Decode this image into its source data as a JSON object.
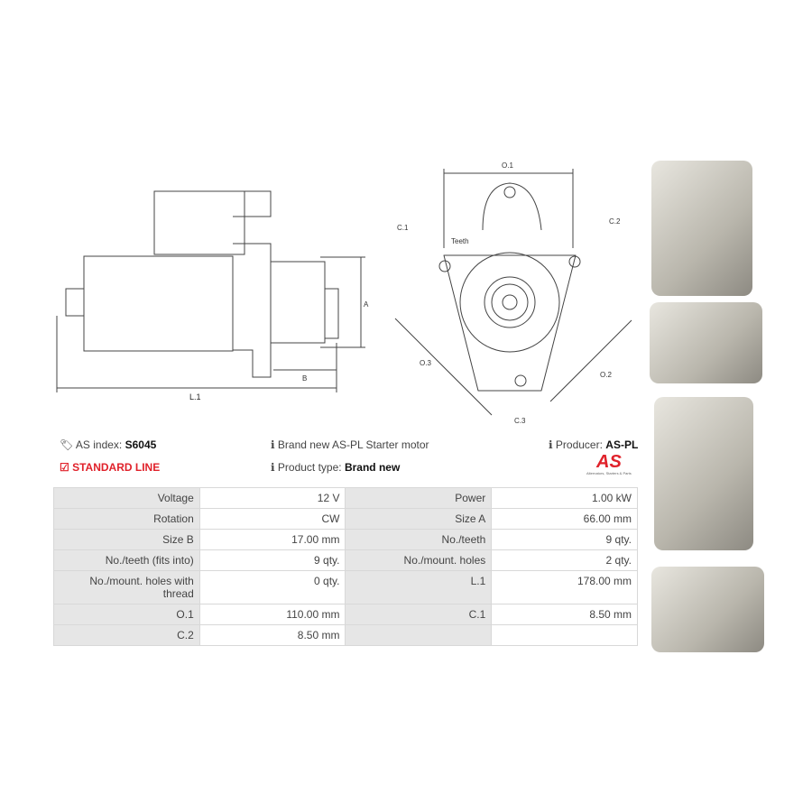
{
  "diagram": {
    "side_labels": {
      "a": "A",
      "b": "B",
      "l1": "L.1"
    },
    "front_labels": {
      "o1": "O.1",
      "o2": "O.2",
      "o3": "O.3",
      "c1": "C.1",
      "c2": "C.2",
      "c3": "C.3",
      "teeth": "Teeth"
    }
  },
  "info": {
    "as_index_label": "AS index:",
    "as_index_value": "S6045",
    "description": "Brand new AS-PL Starter motor",
    "producer_label": "Producer:",
    "producer_value": "AS-PL",
    "line": "STANDARD LINE",
    "type_label": "Product type:",
    "type_value": "Brand new",
    "logo_text": "AS",
    "logo_tagline": "Alternators, Starters & Parts"
  },
  "colors": {
    "accent": "#e0222b",
    "header_cell": "#e6e6e6"
  },
  "specs": [
    [
      "Voltage",
      "12 V",
      "Power",
      "1.00 kW"
    ],
    [
      "Rotation",
      "CW",
      "Size A",
      "66.00 mm"
    ],
    [
      "Size B",
      "17.00 mm",
      "No./teeth",
      "9 qty."
    ],
    [
      "No./teeth (fits into)",
      "9 qty.",
      "No./mount. holes",
      "2 qty."
    ],
    [
      "No./mount. holes with thread",
      "0 qty.",
      "L.1",
      "178.00 mm"
    ],
    [
      "O.1",
      "110.00 mm",
      "C.1",
      "8.50 mm"
    ],
    [
      "C.2",
      "8.50 mm",
      "",
      ""
    ]
  ]
}
